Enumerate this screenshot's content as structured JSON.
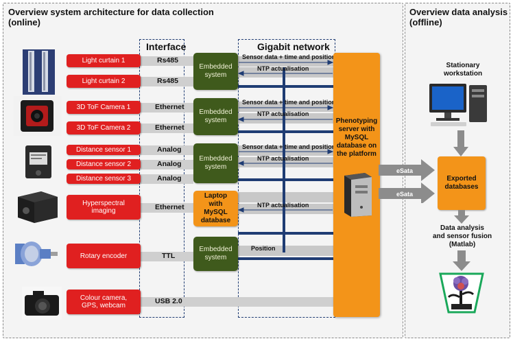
{
  "left_panel": {
    "title_line1": "Overview system architecture for data collection",
    "title_line2": "(online)"
  },
  "right_panel": {
    "title_line1": "Overview data analysis",
    "title_line2": "(offline)"
  },
  "columns": {
    "interface": "Interface",
    "network": "Gigabit network"
  },
  "sensors": [
    {
      "label": "Light curtain 1",
      "interface": "Rs485",
      "photo_icon": "light-curtain-icon"
    },
    {
      "label": "Light curtain 2",
      "interface": "Rs485"
    },
    {
      "label": "3D ToF Camera 1",
      "interface": "Ethernet",
      "photo_icon": "tof-camera-icon"
    },
    {
      "label": "3D ToF Camera 2",
      "interface": "Ethernet"
    },
    {
      "label": "Distance sensor 1",
      "interface": "Analog",
      "photo_icon": "distance-sensor-icon"
    },
    {
      "label": "Distance sensor 2",
      "interface": "Analog"
    },
    {
      "label": "Distance sensor 3",
      "interface": "Analog"
    },
    {
      "label_line1": "Hyperspectral",
      "label_line2": "imaging",
      "interface": "Ethernet",
      "photo_icon": "hyperspectral-camera-icon"
    },
    {
      "label": "Rotary encoder",
      "interface": "TTL",
      "photo_icon": "rotary-encoder-icon"
    },
    {
      "label_line1": "Colour camera,",
      "label_line2": "GPS, webcam",
      "interface": "USB 2.0",
      "photo_icon": "dslr-camera-icon"
    }
  ],
  "embedded": {
    "line1": "Embedded",
    "line2": "system"
  },
  "laptop": {
    "line1": "Laptop",
    "line2": "with",
    "line3": "MySQL",
    "line4": "database"
  },
  "network_labels": {
    "sensor_data": "Sensor data + time and position",
    "ntp": "NTP actualisation",
    "position": "Position"
  },
  "server": {
    "line1": "Phenotyping",
    "line2": "server with",
    "line3": "MySQL",
    "line4": "database on",
    "line5": "the platform",
    "icon": "server-tower-icon"
  },
  "links": {
    "esata": "eSata"
  },
  "analysis": {
    "workstation_line1": "Stationary",
    "workstation_line2": "workstation",
    "workstation_icon": "workstation-icon",
    "exported_line1": "Exported",
    "exported_line2": "databases",
    "fusion_line1": "Data analysis",
    "fusion_line2": "and sensor fusion",
    "fusion_line3": "(Matlab)",
    "result_icon": "plant-analysis-icon"
  },
  "colors": {
    "sensor_red": "#e02020",
    "embedded_green": "#3f5a1c",
    "server_orange": "#f39419",
    "network_blue": "#1f3c73"
  }
}
